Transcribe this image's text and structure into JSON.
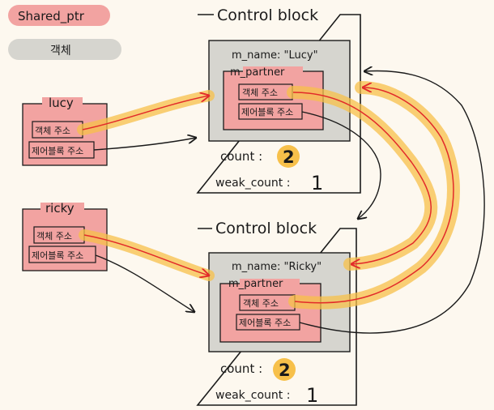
{
  "legend": {
    "shared_ptr": "Shared_ptr",
    "object": "객체"
  },
  "pointers": [
    {
      "name": "lucy",
      "fields": [
        "객체 주소",
        "제어블록 주소"
      ]
    },
    {
      "name": "ricky",
      "fields": [
        "객체 주소",
        "제어블록 주소"
      ]
    }
  ],
  "control_blocks": [
    {
      "title": "Control block",
      "object": {
        "m_name": "m_name: \"Lucy\"",
        "m_partner_label": "m_partner",
        "fields": [
          "객체 주소",
          "제어블록 주소"
        ]
      },
      "count_label": "count :",
      "count_value": "2",
      "weak_label": "weak_count :",
      "weak_value": "1"
    },
    {
      "title": "Control block",
      "object": {
        "m_name": "m_name: \"Ricky\"",
        "m_partner_label": "m_partner",
        "fields": [
          "객체 주소",
          "제어블록 주소"
        ]
      },
      "count_label": "count :",
      "count_value": "2",
      "weak_label": "weak_count :",
      "weak_value": "1"
    }
  ],
  "colors": {
    "background": "#fdf8ef",
    "shared_ptr_fill": "#f2a3a1",
    "object_fill": "#d6d5cf",
    "highlight": "#f7c04a",
    "arrow_red": "#e22a2a",
    "ink": "#1a1a1a"
  }
}
